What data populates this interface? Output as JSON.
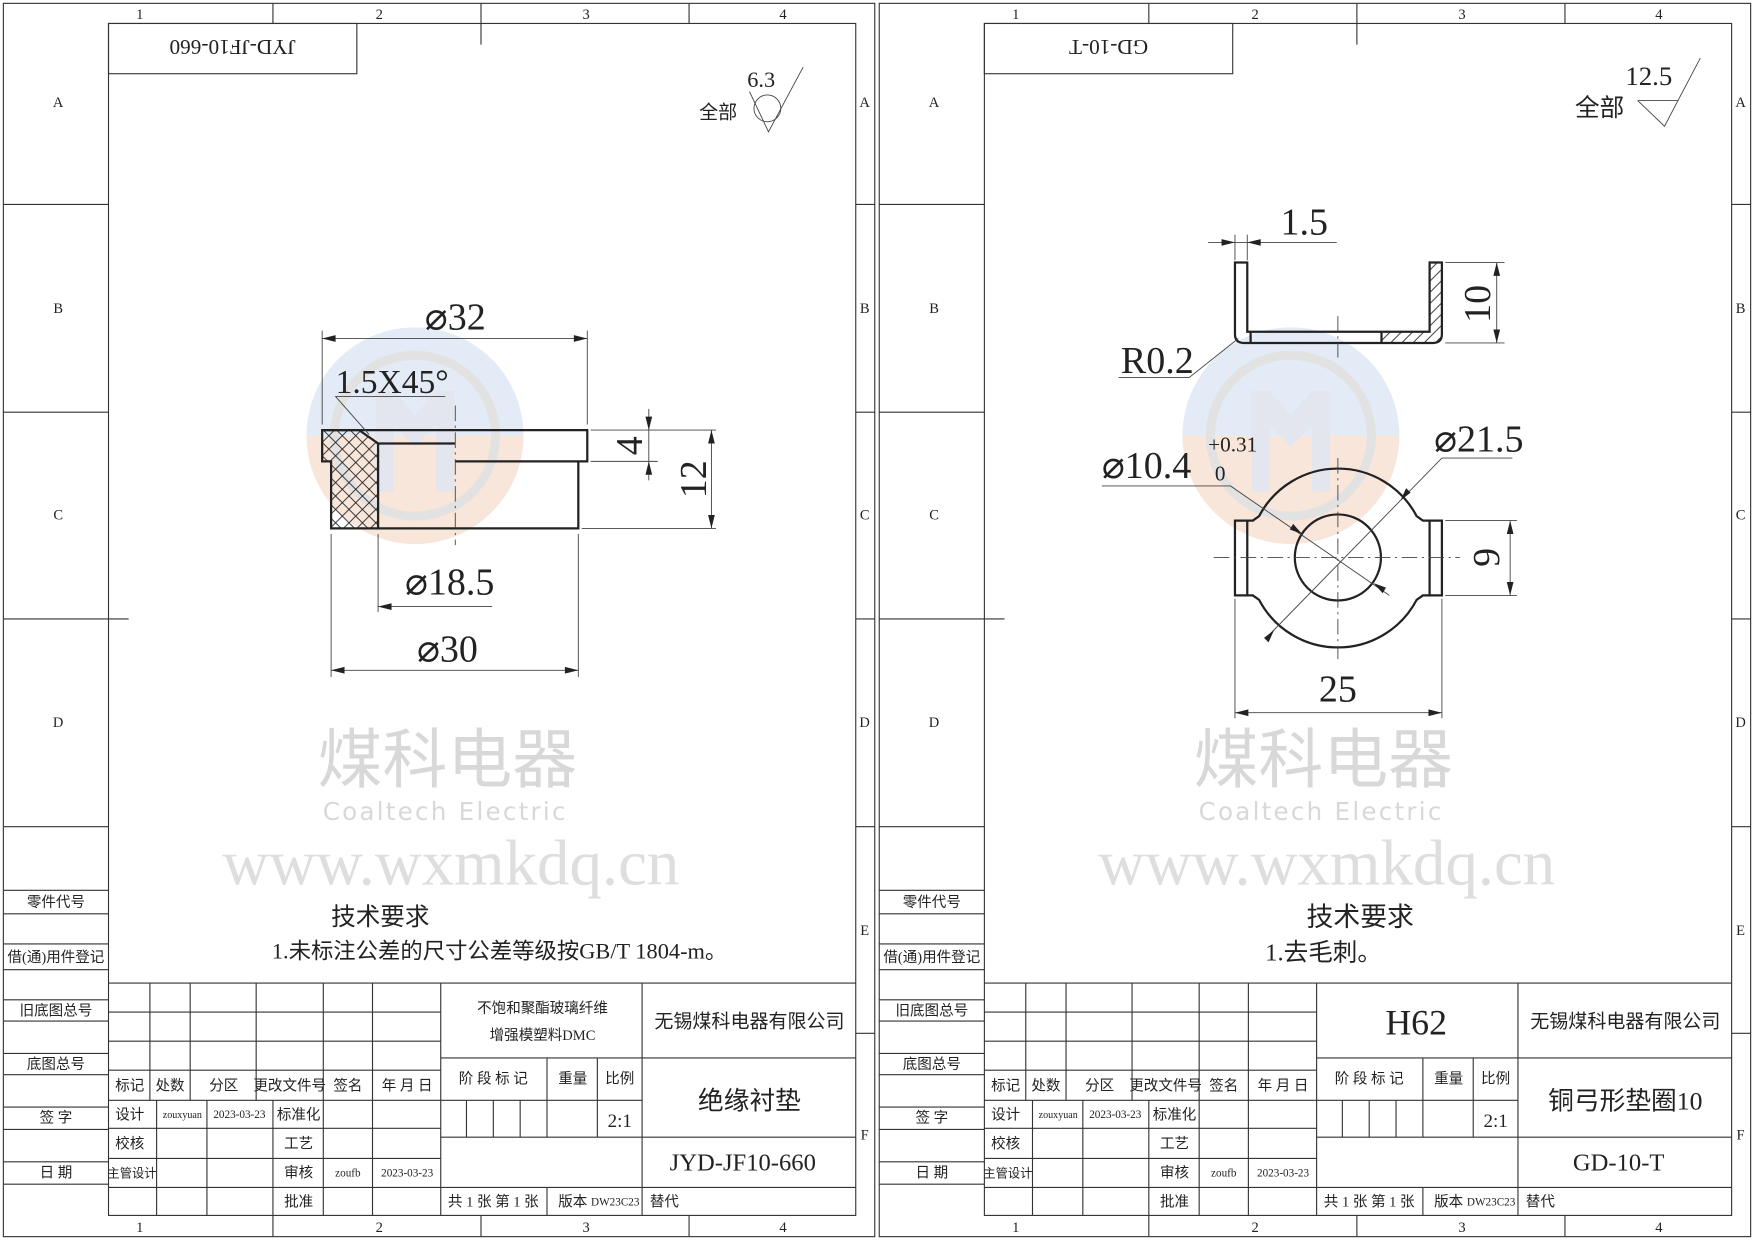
{
  "zones": {
    "numbers": [
      "1",
      "2",
      "3",
      "4"
    ],
    "letters": [
      "A",
      "B",
      "C",
      "D",
      "E",
      "F"
    ]
  },
  "side_labels": [
    "零件代号",
    "借(通)用件登记",
    "旧底图总号",
    "底图总号",
    "签 字",
    "日 期"
  ],
  "title_block_labels": {
    "mark": "标记",
    "count": "处数",
    "zone": "分区",
    "change_doc": "更改文件号",
    "sign": "签名",
    "date": "年 月 日",
    "design": "设计",
    "standard": "标准化",
    "check": "校核",
    "process": "工艺",
    "chief_design": "主管设计",
    "review": "审核",
    "approve": "批准",
    "stage_mark": "阶 段 标 记",
    "weight": "重量",
    "scale_label": "比例",
    "sheets_total": "共 1 张  第 1 张",
    "version_label": "版本",
    "replace": "替代"
  },
  "watermark": {
    "cn": "煤科电器",
    "en": "Coaltech Electric",
    "url": "www.wxmkdq.cn",
    "colors": {
      "blue": "#dfe8f5",
      "peach": "#f8e3d6",
      "gray": "#e4e4ec"
    }
  },
  "sheets": [
    {
      "code_reversed": "JYD-JF10-660",
      "roughness_all": "全部",
      "roughness_value": "6.3",
      "tech_title": "技术要求",
      "tech_note": "1.未标注公差的尺寸公差等级按GB/T 1804-m。",
      "material_line1": "不饱和聚酯玻璃纤维",
      "material_line2": "增强模塑料DMC",
      "company": "无锡煤科电器有限公司",
      "part_name": "绝缘衬垫",
      "drawing_no": "JYD-JF10-660",
      "designer": "zouxyuan",
      "design_date": "2023-03-23",
      "reviewer": "zoufb",
      "review_date": "2023-03-23",
      "scale": "2:1",
      "version": "DW23C23",
      "dims": {
        "d32": "⌀32",
        "chamfer": "1.5X45°",
        "h4": "4",
        "h12": "12",
        "d18": "⌀18.5",
        "d30": "⌀30"
      }
    },
    {
      "code_reversed": "GD-10-T",
      "roughness_all": "全部",
      "roughness_value": "12.5",
      "tech_title": "技术要求",
      "tech_note": "1.去毛刺。",
      "material": "H62",
      "company": "无锡煤科电器有限公司",
      "part_name": "铜弓形垫圈10",
      "drawing_no": "GD-10-T",
      "designer": "zouxyuan",
      "design_date": "2023-03-23",
      "reviewer": "zoufb",
      "review_date": "2023-03-23",
      "scale": "2:1",
      "version": "DW23C23",
      "dims": {
        "t15": "1.5",
        "h10": "10",
        "r02": "R0.2",
        "d104": "⌀10.4",
        "d104_upper": "+0.31",
        "d104_lower": "0",
        "d215": "⌀21.5",
        "w9": "9",
        "w25": "25"
      }
    }
  ]
}
